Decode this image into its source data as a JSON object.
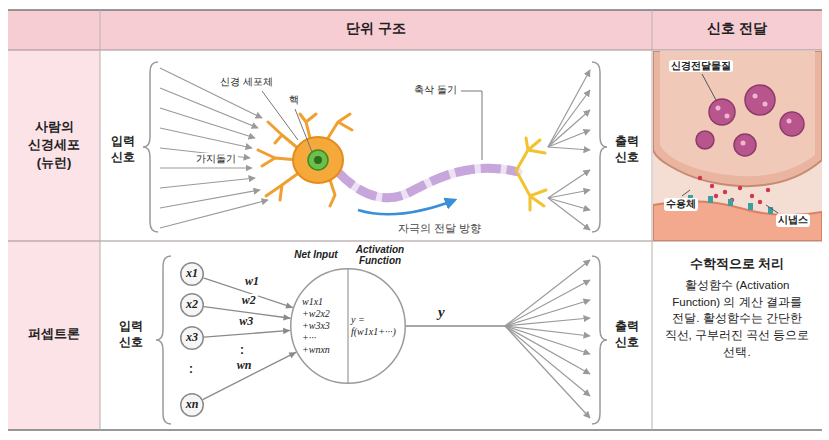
{
  "diagram": {
    "nodes": [
      {
        "text": [
          "x1"
        ]
      },
      {
        "text": [
          "x2"
        ]
      },
      {
        "text": [
          "x3"
        ]
      },
      {
        "text": [
          "xn"
        ]
      },
      {
        "text": [
          "Net Input",
          "Activation Function",
          "w1x1 +w2x2 +w3x3 +··· +wnxn",
          "y = f(w1x1+···)"
        ]
      }
    ],
    "edges": [
      {
        "from": 0,
        "to": 4,
        "label": "w1",
        "arrow": "to"
      },
      {
        "from": 1,
        "to": 4,
        "label": "w2",
        "arrow": "to"
      },
      {
        "from": 2,
        "to": 4,
        "label": "w3",
        "arrow": "to"
      },
      {
        "from": 3,
        "to": 4,
        "label": "wn",
        "arrow": "to"
      }
    ],
    "labels": [
      "단위 구조",
      "신호 전달",
      "사람의 신경세포 (뉴런)",
      "입력 신호",
      "신경 세포체",
      "핵",
      "가지돌기",
      "축삭 돌기",
      "자극의 전달 방향",
      "출력 신호",
      "신경전달물질",
      "수용체",
      "시냅스",
      "퍼셉트론",
      "입력 신호",
      ":",
      ":",
      "y",
      "출력 신호",
      "수학적으로 처리",
      "활성함수 (Activation Function) 의 계산 결과를 전달. 활성함수는 간단한 직선, 구부러진 곡선 등으로 선택."
    ]
  }
}
